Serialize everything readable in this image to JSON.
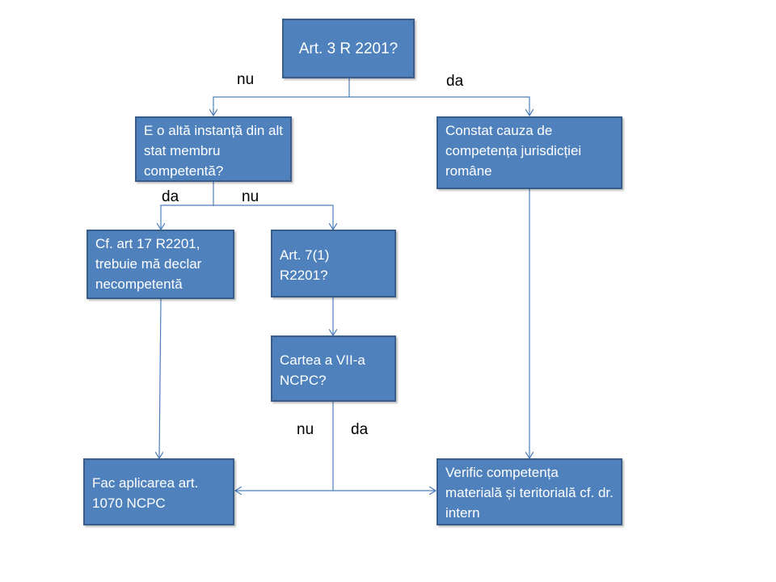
{
  "nodes": {
    "start": "Art. 3 R 2201?",
    "other_state": "E o altă instanță din alt stat membru competentă?",
    "romanian_jurisdiction": "Constat cauza de competența jurisdicției române",
    "art17": "Cf. art 17 R2201, trebuie mă declar necompetentă",
    "art7": "Art. 7(1) R2201?",
    "book7": "Cartea a VII-a NCPC?",
    "apply1070": "Fac aplicarea art. 1070 NCPC",
    "verify": "Verific competența materială și teritorială cf. dr. intern"
  },
  "edge_labels": {
    "start_no": "nu",
    "start_yes": "da",
    "other_yes": "da",
    "other_no": "nu",
    "book7_no": "nu",
    "book7_yes": "da"
  },
  "colors": {
    "box_fill": "#4f81bd",
    "box_border": "#385d8a",
    "connector": "#4a7ebb"
  }
}
